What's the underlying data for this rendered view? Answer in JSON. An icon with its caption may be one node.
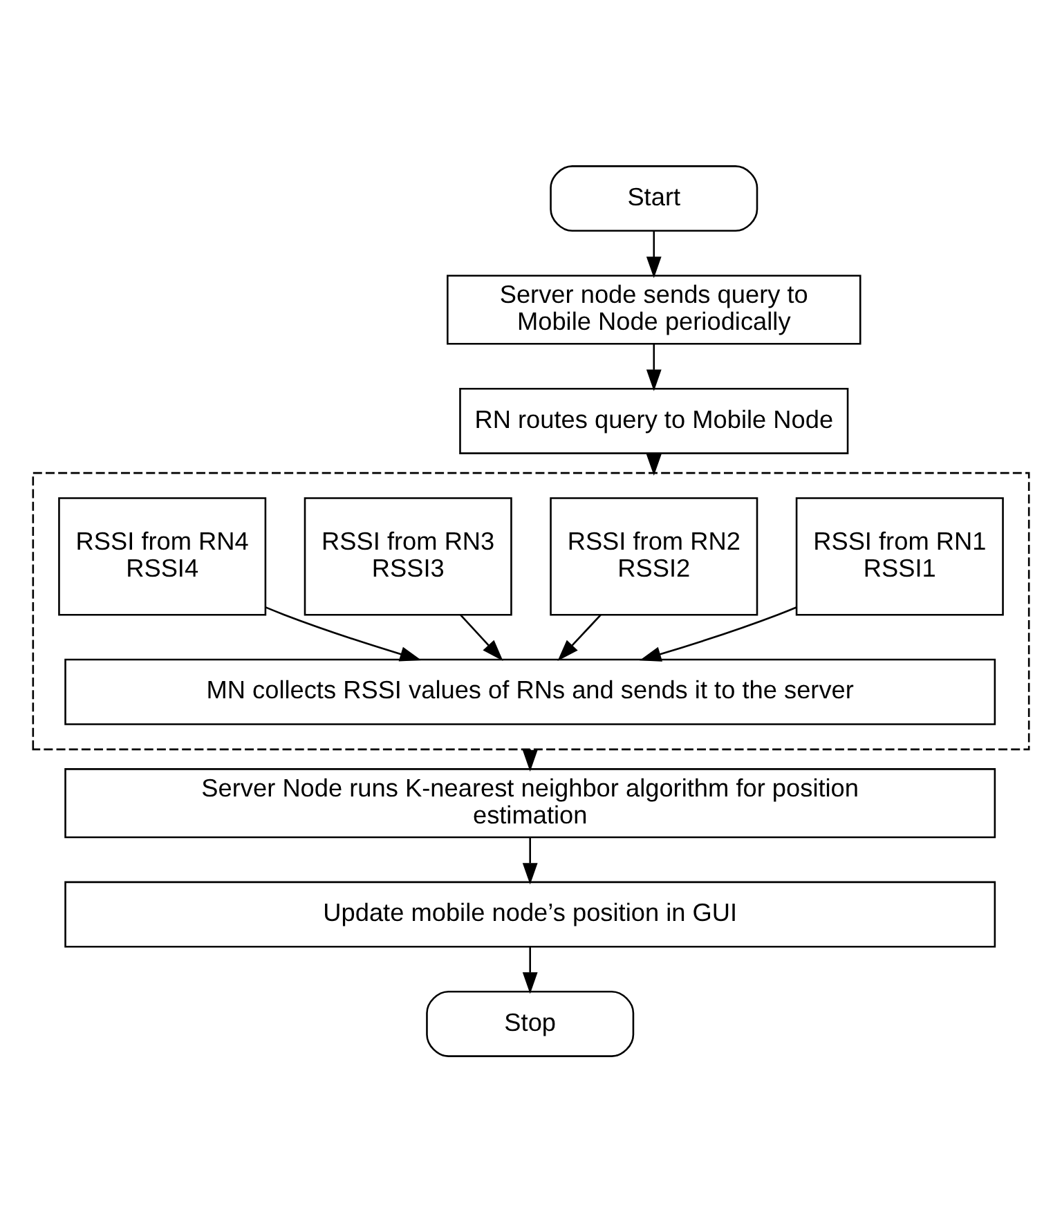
{
  "diagram": {
    "nodes": [
      {
        "text": [
          "Start"
        ]
      },
      {
        "text": [
          "Server node sends query to Mobile Node periodically"
        ]
      },
      {
        "text": [
          "RN routes query to Mobile Node"
        ]
      },
      {
        "text": [],
        "shape": "box"
      },
      {
        "text": [
          "RSSI from RN1 RSSI1"
        ],
        "in": 3
      },
      {
        "text": [
          "RSSI from RN2 RSSI2"
        ],
        "in": 3
      },
      {
        "text": [
          "RSSI from RN3 RSSI3"
        ],
        "in": 3
      },
      {
        "text": [
          "RSSI from RN4 RSSI4"
        ],
        "in": 3
      },
      {
        "text": [
          "MN collects RSSI values of RNs and sends it to the server"
        ],
        "in": 3
      },
      {
        "text": [
          "Server Node runs K-nearest neighbor algorithm for position estimation"
        ]
      },
      {
        "text": [
          "Update mobile node’s position in GUI"
        ]
      },
      {
        "text": [
          "Stop"
        ]
      }
    ],
    "edges": [
      {
        "from": 0,
        "to": 1,
        "arrow": "to"
      },
      {
        "from": 1,
        "to": 2,
        "arrow": "to"
      },
      {
        "from": 2,
        "to": 3,
        "arrow": "to"
      },
      {
        "from": 4,
        "to": 8,
        "arrow": "to"
      },
      {
        "from": 5,
        "to": 8,
        "arrow": "to"
      },
      {
        "from": 6,
        "to": 8,
        "arrow": "to"
      },
      {
        "from": 7,
        "to": 8,
        "arrow": "to"
      },
      {
        "from": 3,
        "to": 9,
        "arrow": "to"
      },
      {
        "from": 9,
        "to": 10,
        "arrow": "to"
      },
      {
        "from": 10,
        "to": 11,
        "arrow": "to"
      }
    ]
  }
}
